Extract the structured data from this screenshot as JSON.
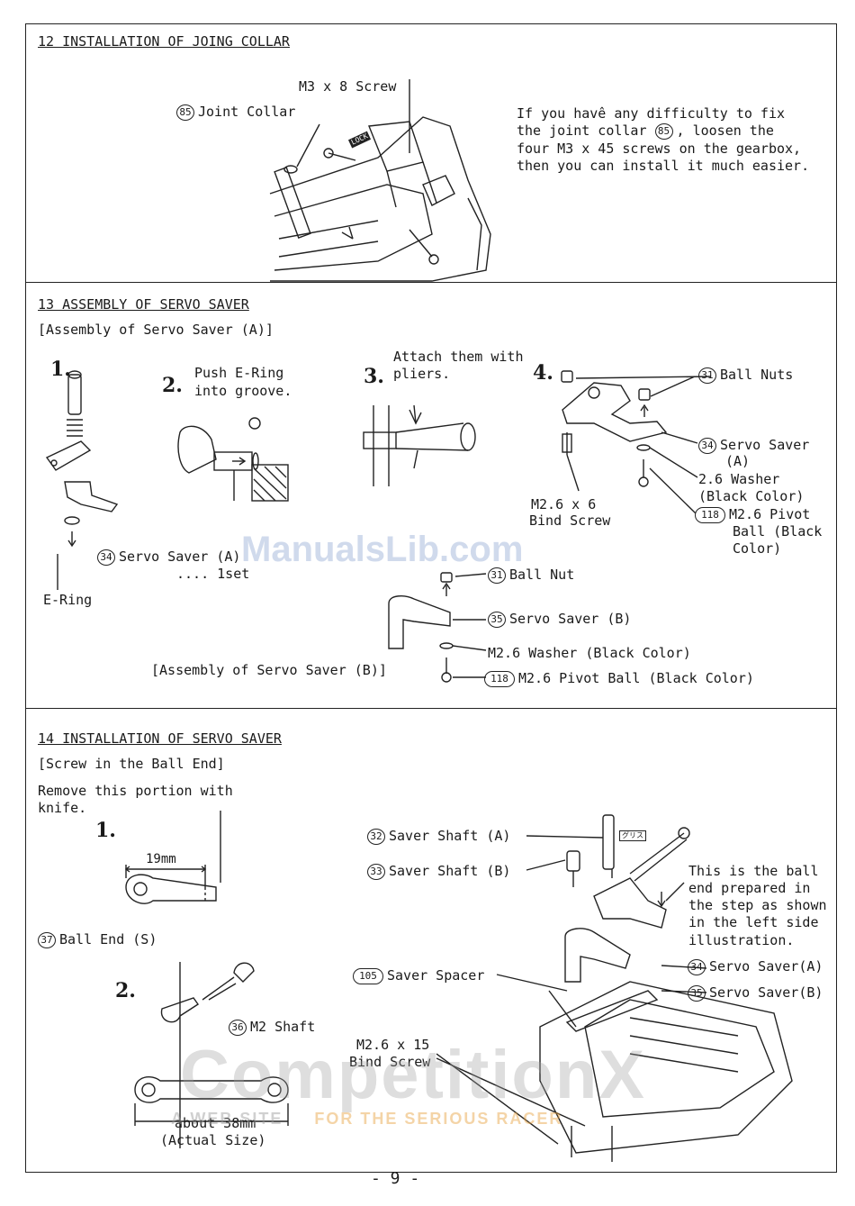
{
  "section12": {
    "heading": "12 INSTALLATION OF JOING COLLAR",
    "label_screw": "M3 x 8 Screw",
    "part_num": "85",
    "label_collar": "Joint Collar",
    "lock_tag": "LOCK",
    "note_line1": "If you havê any difficulty to fix",
    "note_line2": "the joint collar",
    "note_num": "85",
    "note_line2b": ", loosen the",
    "note_line3": "four M3 x 45 screws on the gearbox,",
    "note_line4": "then you can install it much easier."
  },
  "section13": {
    "heading": "13 ASSEMBLY OF SERVO SAVER",
    "sub_a": "[Assembly of Servo Saver (A)]",
    "step1": "1.",
    "step2": "2.",
    "step2_text1": "Push E-Ring",
    "step2_text2": "into groove.",
    "step3": "3.",
    "step3_text1": "Attach them with",
    "step3_text2": "pliers.",
    "step4": "4.",
    "ball_nuts_num": "31",
    "ball_nuts": "Ball Nuts",
    "servo_a_num": "34",
    "servo_a_1": "Servo Saver",
    "servo_a_2": "(A)",
    "washer_1": "2.6 Washer",
    "washer_2": "(Black Color)",
    "pivot_num": "118",
    "pivot_1": "M2.6 Pivot",
    "pivot_2": "Ball (Black",
    "pivot_3": "Color)",
    "bind_1": "M2.6 x 6",
    "bind_2": "Bind Screw",
    "servo_a_set_num": "34",
    "servo_a_set": "Servo Saver (A)",
    "set_qty": ".... 1set",
    "ering": "E-Ring",
    "b_ballnut_num": "31",
    "b_ballnut": "Ball Nut",
    "b_servo_num": "35",
    "b_servo": "Servo Saver (B)",
    "b_washer": "M2.6 Washer (Black Color)",
    "b_pivot_num": "118",
    "b_pivot": "M2.6 Pivot Ball (Black Color)",
    "sub_b": "[Assembly of Servo Saver (B)]"
  },
  "section14": {
    "heading": "14 INSTALLATION OF SERVO SAVER",
    "sub": "[Screw in the Ball End]",
    "remove_1": "Remove this portion with",
    "remove_2": "knife.",
    "step1": "1.",
    "dim_19": "19mm",
    "ball_end_num": "37",
    "ball_end": "Ball End (S)",
    "step2": "2.",
    "shaft_num": "36",
    "shaft": "M2 Shaft",
    "about": "about 38mm",
    "actual": "(Actual Size)",
    "saver_a_num": "32",
    "saver_a": "Saver Shaft (A)",
    "saver_b_num": "33",
    "saver_b": "Saver Shaft (B)",
    "spacer_num": "105",
    "spacer": "Saver Spacer",
    "bind_1": "M2.6 x 15",
    "bind_2": "Bind Screw",
    "note_1": "This is the ball",
    "note_2": "end prepared in",
    "note_3": "the step as shown",
    "note_4": "in the left side",
    "note_5": "illustration.",
    "sa_num": "34",
    "sa": "Servo Saver(A)",
    "sb_num": "35",
    "sb": "Servo Saver(B)",
    "grease_tag": "グリス"
  },
  "page_number": "- 9 -",
  "watermarks": {
    "manualslib": "ManualsLib.com",
    "competition": "CompetitionX",
    "tagline_a": "A WEB SITE",
    "tagline_b": "FOR THE SERIOUS RACER"
  }
}
